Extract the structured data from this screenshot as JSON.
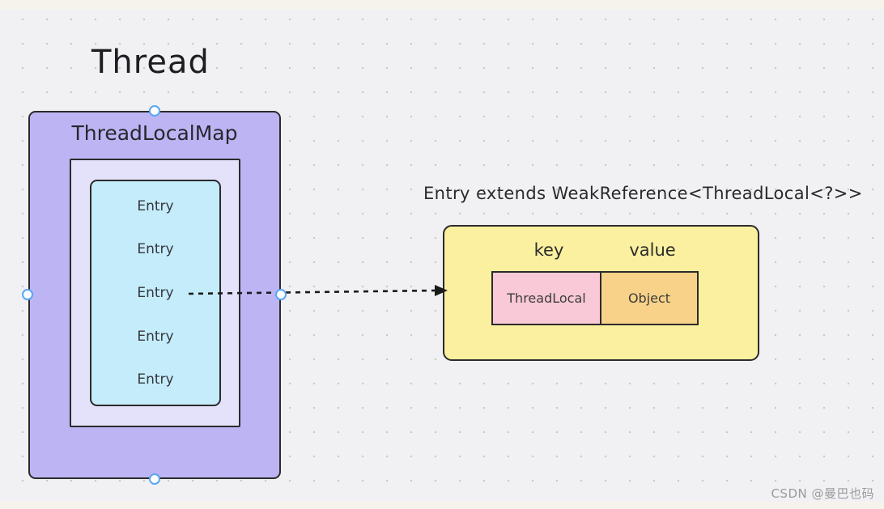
{
  "canvas": {
    "title": "Thread",
    "watermark": "CSDN @曼巴也码"
  },
  "thread_local_map": {
    "label": "ThreadLocalMap",
    "entries": [
      "Entry",
      "Entry",
      "Entry",
      "Entry",
      "Entry"
    ]
  },
  "entry_detail": {
    "caption": "Entry extends WeakReference<ThreadLocal<?>>",
    "key_label": "key",
    "value_label": "value",
    "key_type": "ThreadLocal",
    "value_type": "Object"
  },
  "colors": {
    "background": "#f1f1f4",
    "edge_strip": "#f6f3ec",
    "map_box": "#bdb5f3",
    "bucket_box": "#e4e1fb",
    "entry_box": "#c4ecfb",
    "detail_box": "#faf0a0",
    "key_box": "#f9c9d7",
    "value_box": "#f8d288",
    "shape_border": "#2b2b2b",
    "handle_border": "#58a6f2",
    "arrow": "#1a1a1a"
  }
}
